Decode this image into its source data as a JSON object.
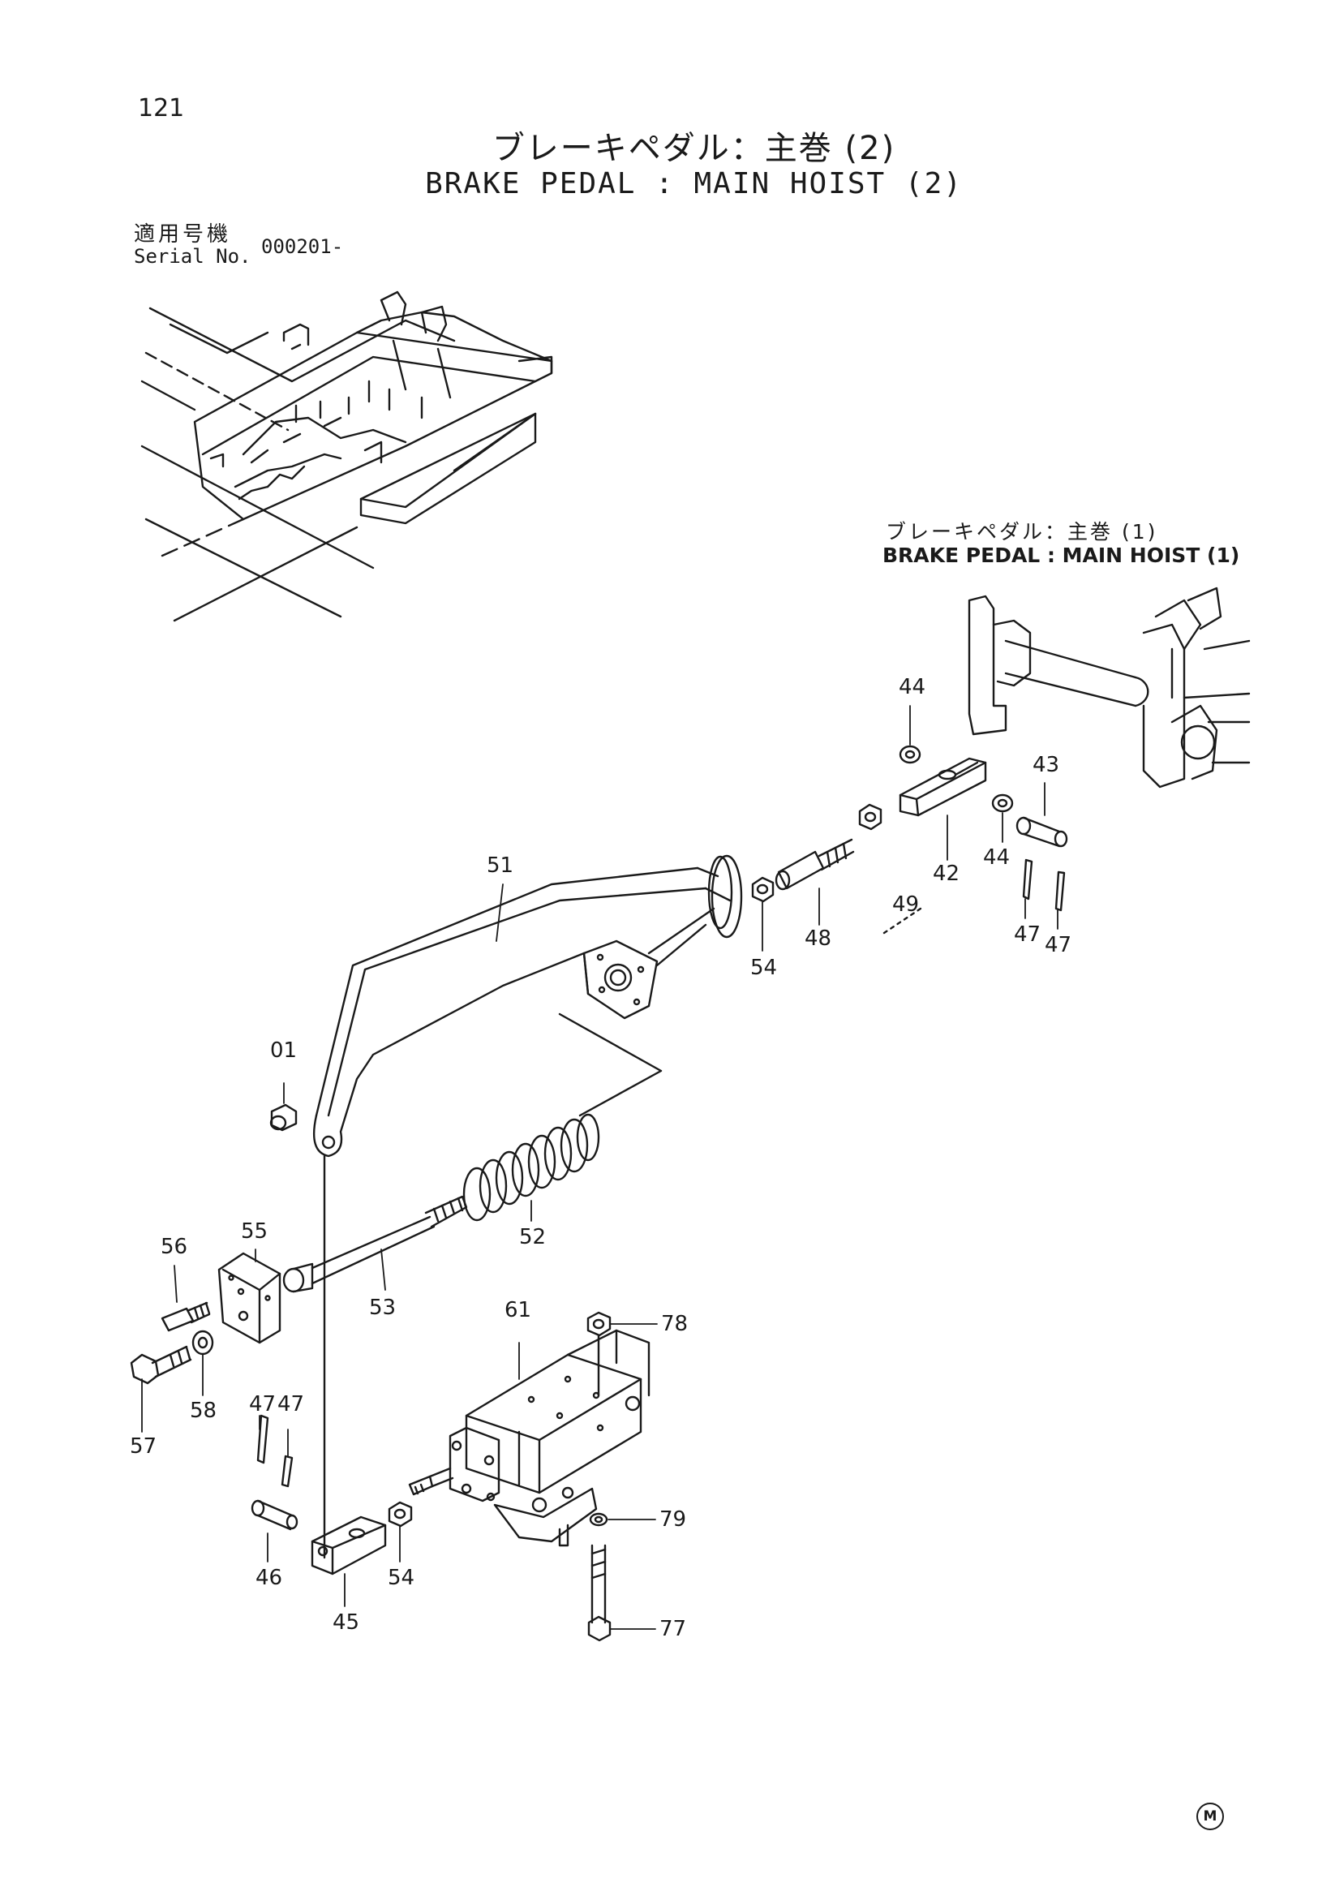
{
  "page": {
    "number": "121",
    "title_jp": "ブレーキペダル：主巻 (2)",
    "title_en": "BRAKE PEDAL : MAIN HOIST (2)"
  },
  "serial": {
    "label_jp": "適用号機",
    "label_en": "Serial No.",
    "value": "000201-"
  },
  "reference": {
    "label_jp": "ブレーキペダル：主巻 (1)",
    "label_en": "BRAKE PEDAL : MAIN HOIST (1)"
  },
  "callouts": [
    {
      "id": "c44a",
      "label": "44"
    },
    {
      "id": "c43",
      "label": "43"
    },
    {
      "id": "c42",
      "label": "42"
    },
    {
      "id": "c44b",
      "label": "44"
    },
    {
      "id": "c47a",
      "label": "47"
    },
    {
      "id": "c47b",
      "label": "47"
    },
    {
      "id": "c49",
      "label": "49"
    },
    {
      "id": "c48",
      "label": "48"
    },
    {
      "id": "c54a",
      "label": "54"
    },
    {
      "id": "c51",
      "label": "51"
    },
    {
      "id": "c01",
      "label": "01"
    },
    {
      "id": "c52",
      "label": "52"
    },
    {
      "id": "c53",
      "label": "53"
    },
    {
      "id": "c55",
      "label": "55"
    },
    {
      "id": "c56",
      "label": "56"
    },
    {
      "id": "c57",
      "label": "57"
    },
    {
      "id": "c58",
      "label": "58"
    },
    {
      "id": "c61",
      "label": "61"
    },
    {
      "id": "c78",
      "label": "78"
    },
    {
      "id": "c79",
      "label": "79"
    },
    {
      "id": "c77",
      "label": "77"
    },
    {
      "id": "c47c",
      "label": "47"
    },
    {
      "id": "c47d",
      "label": "47"
    },
    {
      "id": "c46",
      "label": "46"
    },
    {
      "id": "c45",
      "label": "45"
    },
    {
      "id": "c54b",
      "label": "54"
    }
  ],
  "publisher_mark": "M"
}
